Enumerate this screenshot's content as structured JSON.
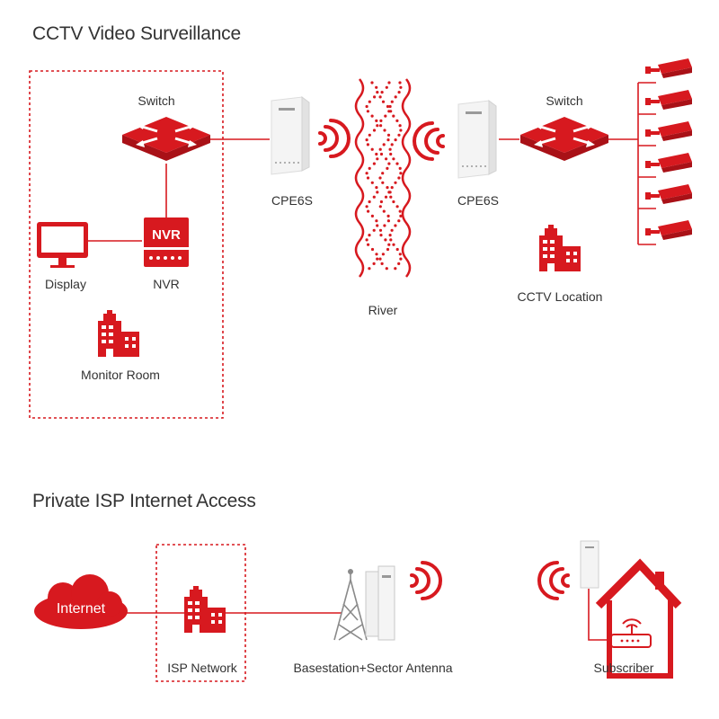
{
  "sections": {
    "cctv_title": "CCTV Video Surveillance",
    "isp_title": "Private ISP Internet Access"
  },
  "cctv": {
    "switch_left": "Switch",
    "switch_right": "Switch",
    "nvr_label": "NVR",
    "nvr_badge": "NVR",
    "display": "Display",
    "monitor_room": "Monitor Room",
    "cpe_left": "CPE6S",
    "cpe_right": "CPE6S",
    "river": "River",
    "cctv_location": "CCTV Location"
  },
  "isp": {
    "internet": "Internet",
    "isp_network": "ISP Network",
    "basestation": "Basestation+Sector Antenna",
    "subscriber": "Subscriber"
  },
  "colors": {
    "accent": "#d7191f",
    "dark_red": "#a91117",
    "text": "#333333",
    "device": "#f2f2f2"
  }
}
